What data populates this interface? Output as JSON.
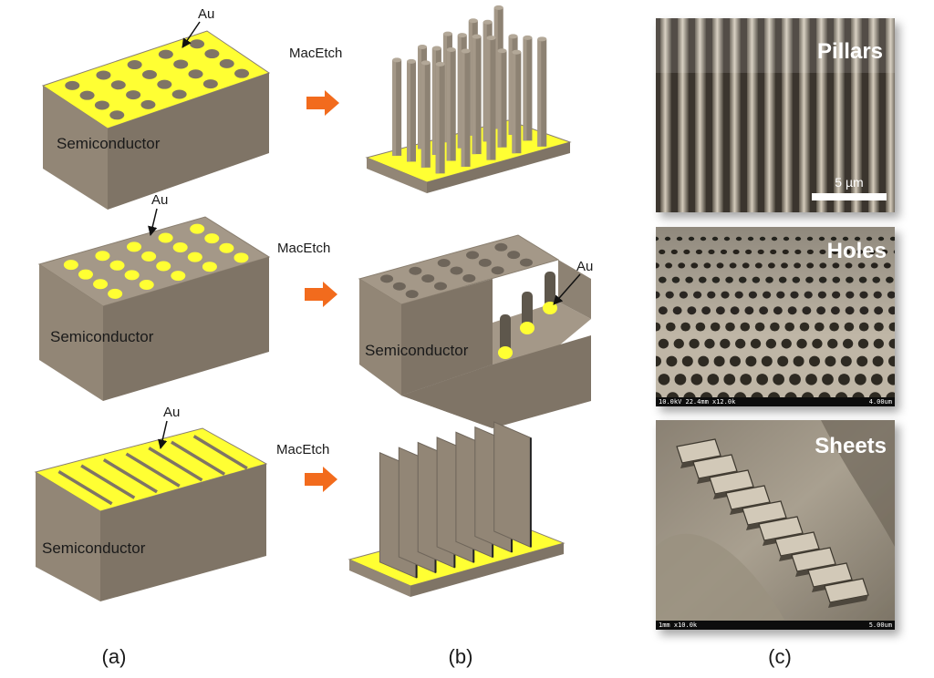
{
  "colors": {
    "semiconductor_top": "#a49888",
    "semiconductor_front": "#928676",
    "semiconductor_side": "#7f7466",
    "gold": "#ffff33",
    "arrow": "#f26b1d",
    "sem_dark": "#2e2a24",
    "sem_light": "#bfb6a6"
  },
  "icons": {
    "process_arrow": "right-arrow-icon",
    "pointer": "pointer-arrow-icon"
  },
  "rows": [
    {
      "id": "pillars",
      "material_label": "Semiconductor",
      "gold_label": "Au",
      "process_label": "MacEtch"
    },
    {
      "id": "holes",
      "material_label": "Semiconductor",
      "gold_label": "Au",
      "process_label": "MacEtch",
      "result_material_label": "Semiconductor",
      "result_gold_label": "Au"
    },
    {
      "id": "sheets",
      "material_label": "Semiconductor",
      "gold_label": "Au",
      "process_label": "MacEtch"
    }
  ],
  "sem_images": [
    {
      "id": "pillars",
      "title": "Pillars",
      "scale_label": "5 µm"
    },
    {
      "id": "holes",
      "title": "Holes",
      "info_left": "10.0kV 22.4mm x12.0k",
      "info_right": "4.00um"
    },
    {
      "id": "sheets",
      "title": "Sheets",
      "info_left": "1mm x10.0k",
      "info_right": "5.00um"
    }
  ],
  "panel_labels": [
    "(a)",
    "(b)",
    "(c)"
  ]
}
